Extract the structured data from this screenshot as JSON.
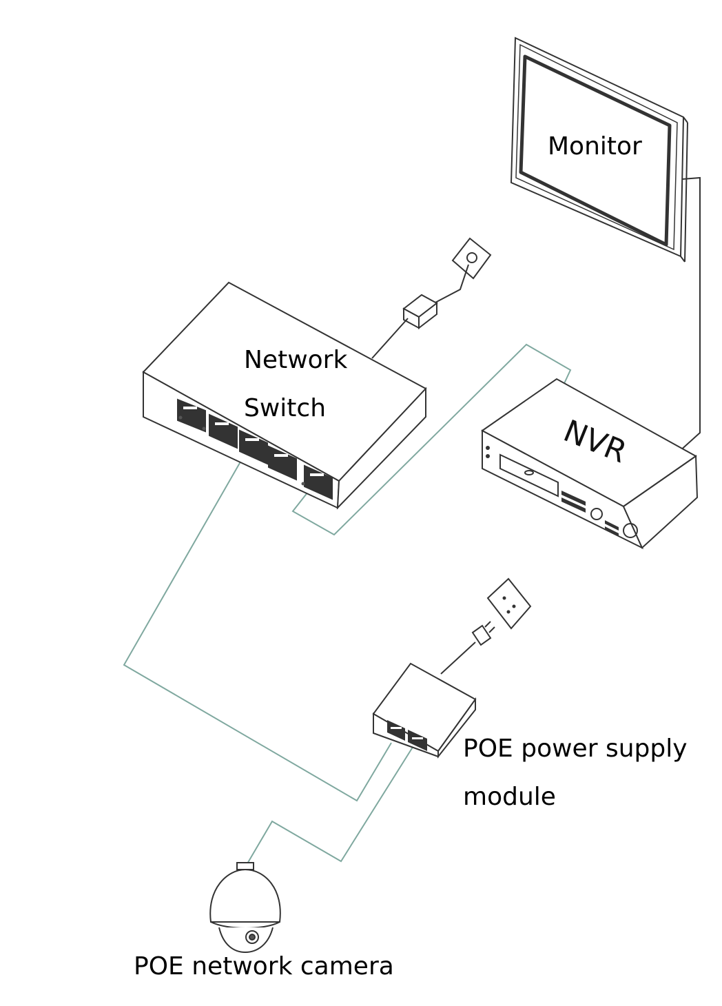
{
  "labels": {
    "monitor": "Monitor",
    "network_switch_line1": "Network",
    "network_switch_line2": "Switch",
    "nvr": "NVR",
    "poe_module_line1": "POE power supply",
    "poe_module_line2": "module",
    "camera": "POE network camera"
  },
  "colors": {
    "outline": "#333333",
    "cable": "#7fa89f",
    "background": "#ffffff",
    "label_text": "#000000"
  },
  "icons": [
    "monitor-icon",
    "network-switch-icon",
    "nvr-icon",
    "poe-module-icon",
    "dome-camera-icon",
    "wall-outlet-icon",
    "power-adapter-icon",
    "power-plug-icon"
  ]
}
